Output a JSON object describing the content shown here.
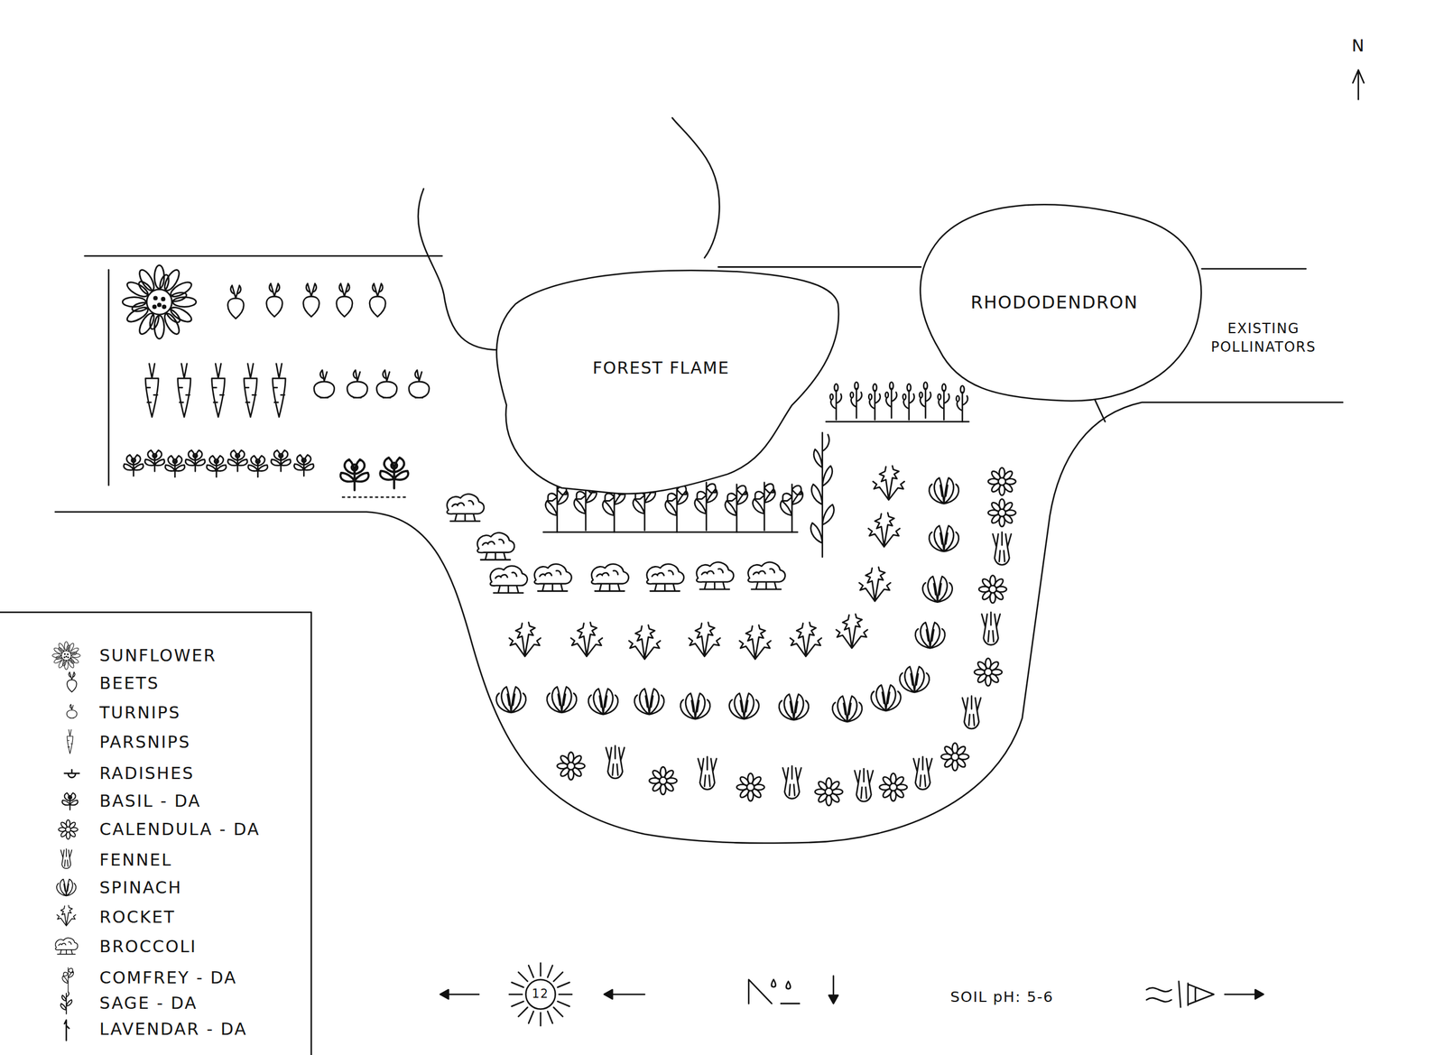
{
  "diagram": {
    "nodes": [
      {
        "text": [
          "FOREST FLAME"
        ]
      },
      {
        "text": [
          "RHODODENDRON"
        ]
      },
      {
        "text": [
          "12"
        ]
      }
    ],
    "labels": [
      "N",
      "EXISTING POLLINATORS",
      "SOIL pH: 5-6"
    ],
    "legend": [
      {
        "text": "SUNFLOWER"
      },
      {
        "text": "BEETS"
      },
      {
        "text": "TURNIPS"
      },
      {
        "text": "PARSNIPS"
      },
      {
        "text": "RADISHES"
      },
      {
        "text": "BASIL - DA"
      },
      {
        "text": "CALENDULA - DA"
      },
      {
        "text": "FENNEL"
      },
      {
        "text": "SPINACH"
      },
      {
        "text": "ROCKET"
      },
      {
        "text": "BROCCOLI"
      },
      {
        "text": "COMFREY - DA"
      },
      {
        "text": "SAGE - DA"
      },
      {
        "text": "LAVENDAR - DA"
      }
    ]
  }
}
